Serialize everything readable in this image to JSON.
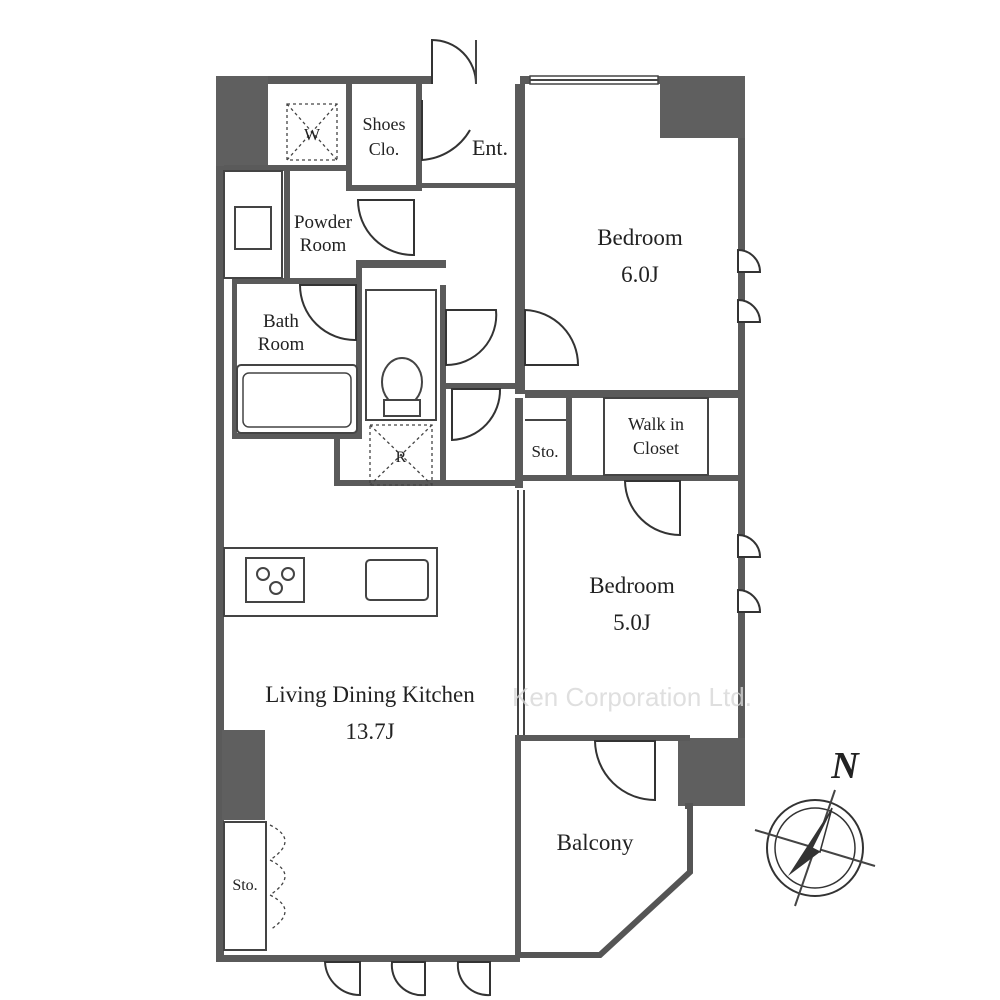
{
  "rooms": {
    "washer": "W",
    "shoes_closet": [
      "Shoes",
      "Clo."
    ],
    "entrance": "Ent.",
    "powder_room": [
      "Powder",
      "Room"
    ],
    "bath_room": [
      "Bath",
      "Room"
    ],
    "refrigerator": "R",
    "storage_small": "Sto.",
    "walk_in_closet": [
      "Walk in",
      "Closet"
    ],
    "bedroom_1": {
      "name": "Bedroom",
      "size": "6.0J"
    },
    "bedroom_2": {
      "name": "Bedroom",
      "size": "5.0J"
    },
    "ldk": {
      "name": "Living Dining Kitchen",
      "size": "13.7J"
    },
    "storage_ldk": "Sto.",
    "balcony": "Balcony"
  },
  "compass": {
    "label": "N"
  },
  "watermark": "Ken Corporation Ltd."
}
